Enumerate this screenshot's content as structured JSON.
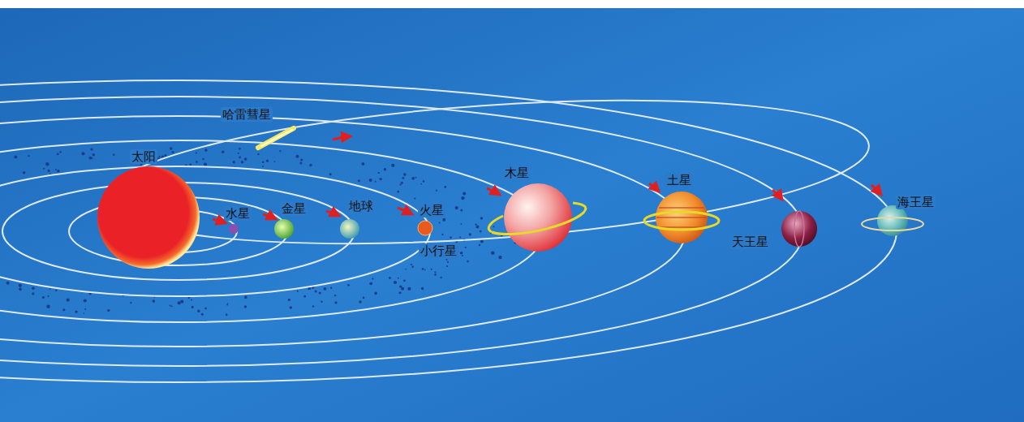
{
  "diagram": {
    "labels": [
      "哈雷彗星",
      "太阳",
      "水星",
      "金星",
      "地球",
      "火星",
      "小行星",
      "木星",
      "土星",
      "天王星",
      "海王星"
    ]
  }
}
